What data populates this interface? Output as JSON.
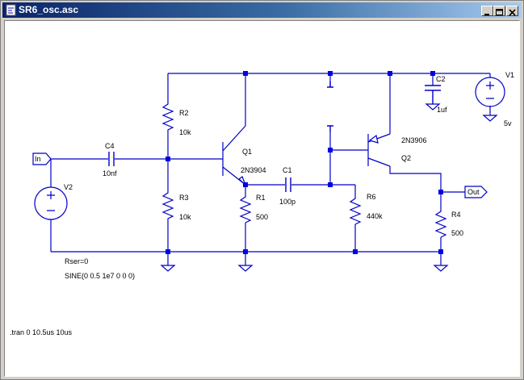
{
  "window": {
    "title": "SR6_osc.asc"
  },
  "schematic": {
    "ports": {
      "in": "In",
      "out": "Out"
    },
    "components": {
      "V1": {
        "ref": "V1",
        "value": "5v"
      },
      "V2": {
        "ref": "V2",
        "rser": "Rser=0",
        "value": "SINE(0 0.5 1e7 0 0 0)"
      },
      "C1": {
        "ref": "C1",
        "value": "100p"
      },
      "C2": {
        "ref": "C2",
        "value": "1uf"
      },
      "C4": {
        "ref": "C4",
        "value": "10nf"
      },
      "R1": {
        "ref": "R1",
        "value": "500"
      },
      "R2": {
        "ref": "R2",
        "value": "10k"
      },
      "R3": {
        "ref": "R3",
        "value": "10k"
      },
      "R4": {
        "ref": "R4",
        "value": "500"
      },
      "R6": {
        "ref": "R6",
        "value": "440k"
      },
      "Q1": {
        "ref": "Q1",
        "model": "2N3904"
      },
      "Q2": {
        "ref": "Q2",
        "model": "2N3906"
      }
    },
    "directive": ".tran 0 10.5us 10us",
    "colors": {
      "wire": "#0000c8",
      "node": "#0000e0"
    }
  }
}
